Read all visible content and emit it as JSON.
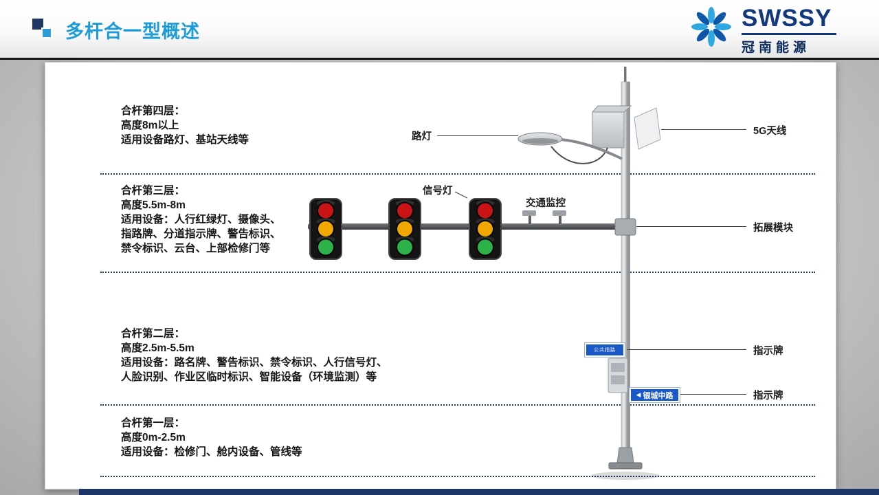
{
  "header": {
    "title": "多杆合一型概述",
    "logo": {
      "brand": "SWSSY",
      "company": "冠南能源"
    }
  },
  "layers": [
    {
      "title": "合杆第四层：",
      "lines": [
        "高度8m以上",
        "适用设备路灯、基站天线等"
      ]
    },
    {
      "title": "合杆第三层：",
      "lines": [
        "高度5.5m-8m",
        "适用设备：人行红绿灯、摄像头、",
        "指路牌、分道指示牌、警告标识、",
        "禁令标识、云台、上部检修门等"
      ]
    },
    {
      "title": "合杆第二层：",
      "lines": [
        "高度2.5m-5.5m",
        "适用设备：路名牌、警告标识、禁令标识、人行信号灯、",
        "人脸识别、作业区临时标识、智能设备（环境监测）等"
      ]
    },
    {
      "title": "合杆第一层：",
      "lines": [
        "高度0m-2.5m",
        "适用设备：检修门、舱内设备、管线等"
      ]
    }
  ],
  "diagram": {
    "labels": {
      "street_lamp": "路灯",
      "signal_light": "信号灯",
      "traffic_monitor": "交通监控",
      "antenna_5g": "5G天线",
      "expansion_module": "拓展模块",
      "sign_upper": "指示牌",
      "sign_lower": "指示牌"
    },
    "signs": {
      "public_sign": "公共指路",
      "street_name": "银城中路",
      "street_arrow": "◀"
    }
  },
  "colors": {
    "title_blue": "#1E9CD7",
    "navy": "#1F3864",
    "dotted_line": "#1F3864",
    "traffic_red": "#C81414",
    "traffic_yellow": "#F0A800",
    "traffic_green": "#2DB24A",
    "sign_blue": "#1A58C8",
    "pole_gray": "#AEB3B7"
  }
}
